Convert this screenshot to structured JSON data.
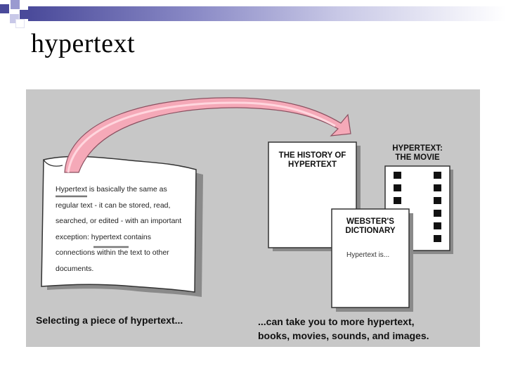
{
  "slide": {
    "title": "hypertext"
  },
  "diagram": {
    "left_page": {
      "lines": [
        "Hypertext is basically the same as",
        "regular text - it can be stored, read,",
        "searched, or edited - with an important",
        "exception: hypertext contains",
        "connections within the text to other",
        "documents."
      ]
    },
    "history_doc": {
      "title_line1": "THE HISTORY OF",
      "title_line2": "HYPERTEXT"
    },
    "movie_doc": {
      "title_line1": "HYPERTEXT:",
      "title_line2": "THE MOVIE"
    },
    "dictionary_doc": {
      "title_line1": "WEBSTER'S",
      "title_line2": "DICTIONARY",
      "body": "Hypertext is..."
    },
    "caption_left": "Selecting a piece of hypertext...",
    "caption_right_line1": "...can take you to more hypertext,",
    "caption_right_line2": "books, movies, sounds, and images."
  },
  "colors": {
    "title_bar_dark": "#4a4a9a",
    "diagram_background": "#c7c7c7",
    "arrow": "#f0a0b0"
  }
}
